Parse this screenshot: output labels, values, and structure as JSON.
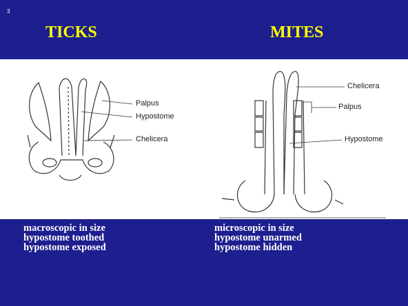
{
  "slide_number": "3",
  "headings": {
    "left": "TICKS",
    "right": "MITES"
  },
  "tick_labels": [
    "Palpus",
    "Hypostome",
    "Chelicera"
  ],
  "mite_labels": [
    "Chelicera",
    "Palpus",
    "Hypostome"
  ],
  "ticks_traits": [
    "macroscopic in size",
    "hypostome toothed",
    "hypostome exposed"
  ],
  "mites_traits": [
    "microscopic in size",
    "hypostome unarmed",
    "hypostome hidden"
  ],
  "colors": {
    "background": "#1e1f8f",
    "heading": "#ffff00",
    "body_text": "#ffffff",
    "figure_bg": "#ffffff"
  }
}
